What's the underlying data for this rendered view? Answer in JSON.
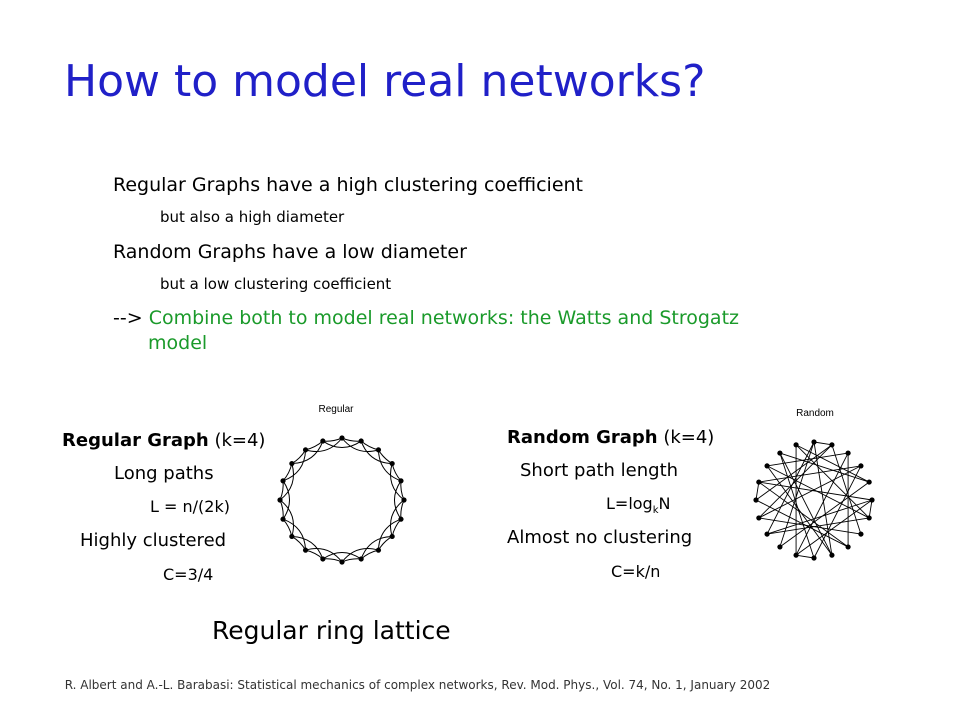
{
  "title": "How to model real networks?",
  "bullets": {
    "b1": "Regular Graphs have a high clustering coefficient",
    "b1_sub": "but also a high diameter",
    "b2": "Random Graphs have a low diameter",
    "b2_sub": "but a low clustering coefficient",
    "b3_arrow": "-->",
    "b3_text_line1": "Combine both to model real networks: the Watts and Strogatz",
    "b3_text_line2": "model"
  },
  "regular": {
    "heading_bold": "Regular Graph",
    "heading_rest": " (k=4)",
    "prop1": "Long paths",
    "prop1_value": "L = n/(2k)",
    "prop2": "Highly clustered",
    "prop2_value": "C=3/4",
    "figure_label": "Regular"
  },
  "random": {
    "heading_bold": "Random Graph",
    "heading_rest": " (k=4)",
    "prop1": "Short path length",
    "prop1_value_prefix": "L=log",
    "prop1_value_sub": "k",
    "prop1_value_suffix": "N",
    "prop2": "Almost no clustering",
    "prop2_value": "C=k/n",
    "figure_label": "Random"
  },
  "ring_title": "Regular ring lattice",
  "citation": "R. Albert and A.-L. Barabasi: Statistical mechanics of complex networks, Rev. Mod. Phys., Vol. 74, No. 1, January 2002",
  "colors": {
    "title": "#2020c8",
    "highlight": "#1a9a2a",
    "text": "#000000"
  }
}
